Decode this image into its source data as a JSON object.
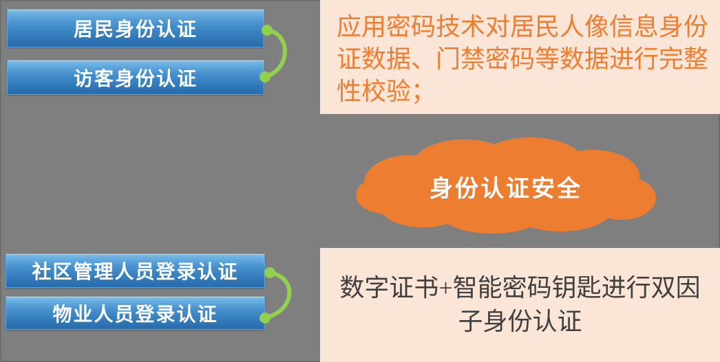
{
  "canvas": {
    "description": "identity authentication security slide"
  },
  "top_group": {
    "buttons": [
      {
        "label": "居民身份认证"
      },
      {
        "label": "访客身份认证"
      }
    ]
  },
  "bottom_group": {
    "buttons": [
      {
        "label": "社区管理人员登录认证"
      },
      {
        "label": "物业人员登录认证"
      }
    ]
  },
  "top_note": {
    "text": "应用密码技术对居民人像信息身份证数据、门禁密码等数据进行完整性校验；"
  },
  "bottom_note": {
    "text": "数字证书+智能密码钥匙进行双因子身份认证"
  },
  "cloud": {
    "label": "身份认证安全"
  },
  "colors": {
    "background": "#7F7F7F",
    "button_gradient_top": "#7BBCE8",
    "button_gradient_bottom": "#2E75B6",
    "button_text": "#FFFFFF",
    "connector_green": "#92D050",
    "note_background": "#FBE5D6",
    "top_note_text": "#ED7D31",
    "bottom_note_text": "#3F3F3F",
    "cloud_fill": "#ED7D31",
    "cloud_text": "#FFFFFF"
  }
}
